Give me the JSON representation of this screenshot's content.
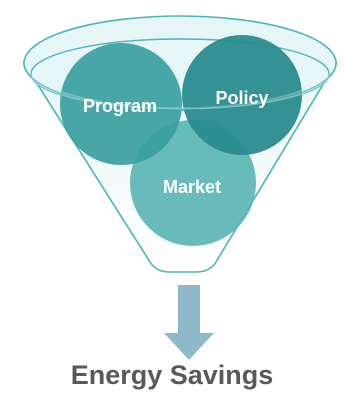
{
  "diagram": {
    "circles": [
      {
        "label": "Program",
        "color": "#3a9e9e"
      },
      {
        "label": "Policy",
        "color": "#2a8c8e"
      },
      {
        "label": "Market",
        "color": "#5cb5b5"
      }
    ],
    "result_label": "Energy Savings",
    "colors": {
      "funnel_outline": "#4bb5b8",
      "funnel_fill_top": "#e8f6f7",
      "funnel_fill_bottom": "#ffffff",
      "arrow": "#8fb8c8",
      "text": "#595959"
    }
  }
}
